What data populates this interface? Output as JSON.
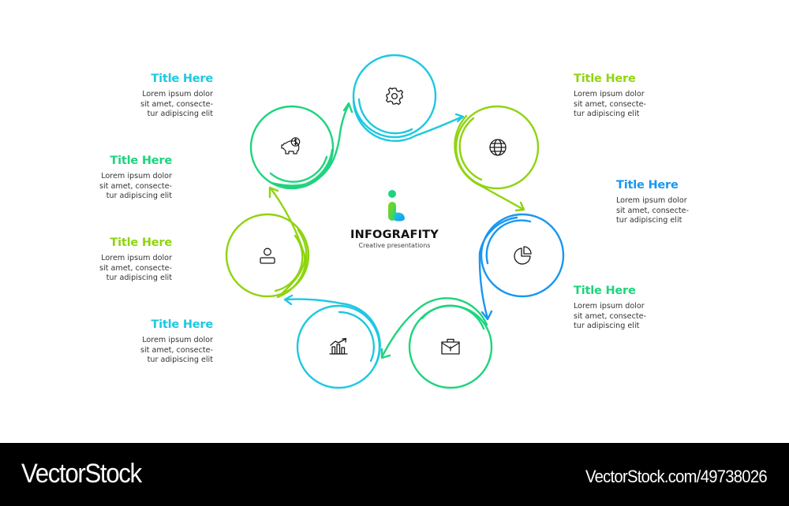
{
  "colors": {
    "cyan": "#1ec8e0",
    "lime": "#8fd410",
    "green": "#1ed47e",
    "blue": "#1897f0",
    "text": "#333333",
    "icon": "#1a1a1a"
  },
  "center": {
    "brand": "INFOGRAFITY",
    "tagline": "Creative presentations"
  },
  "steps": [
    {
      "icon": "gear-icon",
      "color": "#1ec8e0"
    },
    {
      "icon": "globe-icon",
      "color": "#8fd410"
    },
    {
      "icon": "pie-chart-icon",
      "color": "#1897f0"
    },
    {
      "icon": "briefcase-icon",
      "color": "#1ed47e"
    },
    {
      "icon": "bar-chart-growth-icon",
      "color": "#1ec8e0"
    },
    {
      "icon": "user-icon",
      "color": "#8fd410"
    },
    {
      "icon": "piggy-bank-icon",
      "color": "#1ed47e"
    }
  ],
  "blocks": [
    {
      "title": "Title Here",
      "color": "#1ec8e0",
      "lines": [
        "Lorem ipsum dolor",
        "sit amet, consecte-",
        "tur adipiscing elit"
      ]
    },
    {
      "title": "Title Here",
      "color": "#1ed47e",
      "lines": [
        "Lorem ipsum dolor",
        "sit amet, consecte-",
        "tur adipiscing elit"
      ]
    },
    {
      "title": "Title Here",
      "color": "#8fd410",
      "lines": [
        "Lorem ipsum dolor",
        "sit amet, consecte-",
        "tur adipiscing elit"
      ]
    },
    {
      "title": "Title Here",
      "color": "#1ec8e0",
      "lines": [
        "Lorem ipsum dolor",
        "sit amet, consecte-",
        "tur adipiscing elit"
      ]
    },
    {
      "title": "Title Here",
      "color": "#8fd410",
      "lines": [
        "Lorem ipsum dolor",
        "sit amet, consecte-",
        "tur adipiscing elit"
      ]
    },
    {
      "title": "Title Here",
      "color": "#1897f0",
      "lines": [
        "Lorem ipsum dolor",
        "sit amet, consecte-",
        "tur adipiscing elit"
      ]
    },
    {
      "title": "Title Here",
      "color": "#1ed47e",
      "lines": [
        "Lorem ipsum dolor",
        "sit amet, consecte-",
        "tur adipiscing elit"
      ]
    }
  ],
  "footer": {
    "brand": "VectorStock",
    "url": "VectorStock.com/49738026"
  }
}
